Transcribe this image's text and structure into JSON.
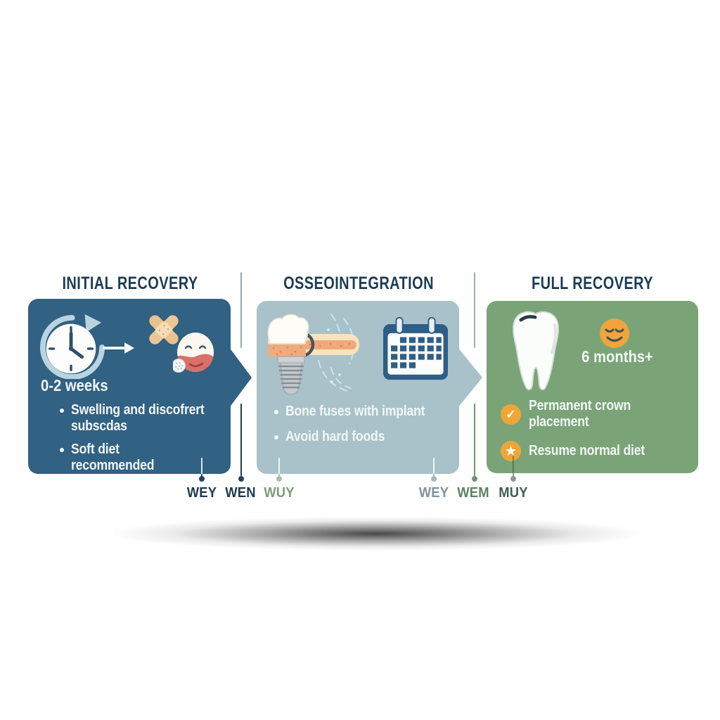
{
  "palette": {
    "panel1": "#316183",
    "panel2": "#a9c2c9",
    "panel3": "#7aa477",
    "header_text": "#1c3c55",
    "bullet_text": "#f2f7f5",
    "orange": "#f0a636",
    "navy": "#1e3a50",
    "divider_gray": "#93a8ae",
    "divider_green": "#6f9472",
    "divider_green_pale": "#9db2a9"
  },
  "stages": [
    {
      "title": "INITIAL RECOVERY",
      "duration": "0-2 weeks",
      "bullets": [
        "Swelling and discofrert subscdas",
        "Soft diet recommended"
      ],
      "icons": [
        "clock-icon",
        "arrow-right-icon",
        "crossed-bandage-icon",
        "swollen-face-icon"
      ]
    },
    {
      "title": "OSSEOINTEGRATION",
      "bullets": [
        "Bone fuses with implant",
        "Avoid hard foods"
      ],
      "icons": [
        "dental-implant-icon",
        "calendar-icon"
      ]
    },
    {
      "title": "FULL RECOVERY",
      "duration": "6 months+",
      "bullets": [
        {
          "marker": "✓",
          "icon": "check-icon",
          "text": "Permanent crown placement"
        },
        {
          "marker": "★",
          "icon": "star-icon",
          "text": "Resume normal diet"
        }
      ],
      "icons": [
        "tooth-icon",
        "smiley-face-icon"
      ]
    }
  ],
  "timeline": {
    "ticks": [
      {
        "label": "WEY",
        "color": "#1e3a50",
        "dot": "#23425a"
      },
      {
        "label": "WEN",
        "color": "#1e3a50",
        "dot": "#23425a"
      },
      {
        "label": "WUY",
        "color": "#7e9a7a",
        "dot": "#a8bfaa"
      },
      {
        "label": "WEY",
        "color": "#7e939e",
        "dot": "#a6b8bd"
      },
      {
        "label": "WEM",
        "color": "#5d8266",
        "dot": "#6f9472"
      },
      {
        "label": "MUY",
        "color": "#3d6052",
        "dot": "#8a9b8e"
      }
    ]
  }
}
